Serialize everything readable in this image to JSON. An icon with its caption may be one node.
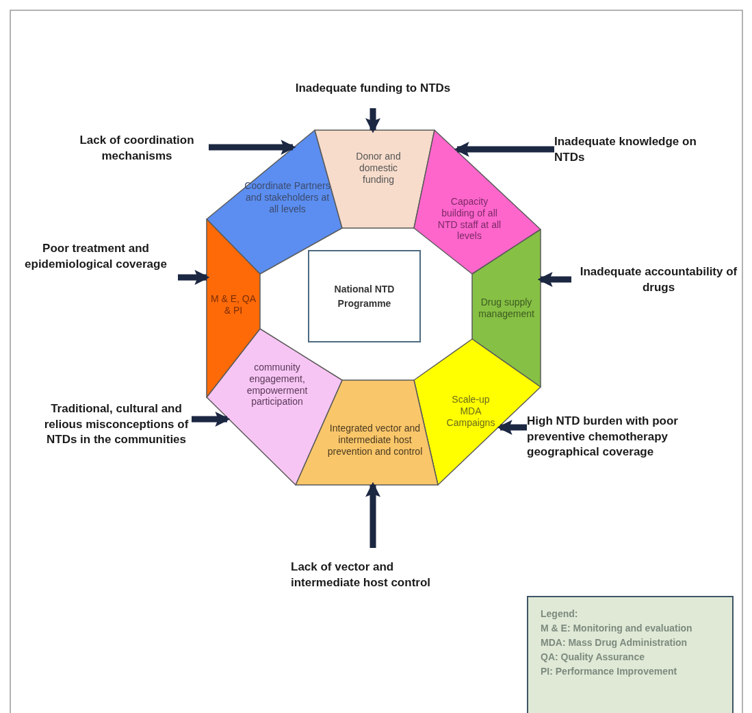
{
  "diagram": {
    "nodes": [
      {
        "text": [
          "National NTD Programme"
        ]
      },
      {
        "text": [
          "Coordinate Partners and stakeholders at all levels"
        ]
      },
      {
        "text": [
          "Donor and domestic funding"
        ]
      },
      {
        "text": [
          "Capacity building of all NTD staff at all levels"
        ]
      },
      {
        "text": [
          "Drug supply management"
        ]
      },
      {
        "text": [
          "Scale-up MDA Campaigns"
        ]
      },
      {
        "text": [
          "Integrated vector and intermediate host prevention and control"
        ]
      },
      {
        "text": [
          "community engagement, empowerment participation"
        ]
      },
      {
        "text": [
          "M & E, QA & PI"
        ]
      },
      {
        "text": [
          "Inadequate funding to NTDs"
        ]
      },
      {
        "text": [
          "Lack of coordination mechanisms"
        ]
      },
      {
        "text": [
          "Inadequate knowledge on NTDs"
        ]
      },
      {
        "text": [
          "Poor treatment and epidemiological coverage"
        ]
      },
      {
        "text": [
          "Inadequate accountability of drugs"
        ]
      },
      {
        "text": [
          "Traditional, cultural and relious misconceptions of NTDs in the communities"
        ]
      },
      {
        "text": [
          "High NTD burden with poor preventive chemotherapy geographical coverage"
        ]
      },
      {
        "text": [
          "Lack of vector and intermediate host control"
        ]
      },
      {
        "text": [
          "Legend:",
          "M & E: Monitoring and evaluation",
          "MDA: Mass Drug Administration",
          "QA: Quality Assurance",
          "PI: Performance Improvement"
        ]
      }
    ],
    "edges": [
      {
        "from": 9,
        "to": 2,
        "arrow": "to"
      },
      {
        "from": 10,
        "to": 1,
        "arrow": "to"
      },
      {
        "from": 11,
        "to": 3,
        "arrow": "to"
      },
      {
        "from": 12,
        "to": 8,
        "arrow": "to"
      },
      {
        "from": 13,
        "to": 4,
        "arrow": "to"
      },
      {
        "from": 14,
        "to": 7,
        "arrow": "to"
      },
      {
        "from": 15,
        "to": 5,
        "arrow": "to"
      },
      {
        "from": 16,
        "to": 6,
        "arrow": "to"
      }
    ]
  }
}
